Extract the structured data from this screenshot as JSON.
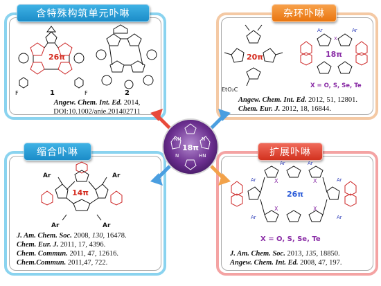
{
  "panels": {
    "top_left": {
      "title": "含特殊构筑单元卟啉",
      "pi_label": "26π",
      "compound_labels": [
        "1",
        "2"
      ],
      "substituent": "F",
      "ref_line1_journal": "Angew. Chem. Int. Ed.",
      "ref_line1_rest": " 2014,",
      "ref_line2": "DOI:10.1002/anie.201402711"
    },
    "top_right": {
      "title": "杂环卟啉",
      "pi_label_1": "20π",
      "pi_label_2": "18π",
      "ester_label": "EtO₂C",
      "substituent": "Ar",
      "hetero_atom": "X",
      "hetero_text": "X = O, S, Se, Te",
      "refs": [
        {
          "journal": "Angew. Chem. Int. Ed.",
          "rest": " 2012, 51, 12801."
        },
        {
          "journal": "Chem. Eur. J.",
          "rest": " 2012, 18, 16844."
        }
      ]
    },
    "bottom_left": {
      "title": "缩合卟啉",
      "pi_label": "14π",
      "substituent": "Ar",
      "refs": [
        {
          "journal": "J. Am. Chem. Soc.",
          "rest_a": " 2008, ",
          "vol": "130",
          "rest_b": ", 16478."
        },
        {
          "journal": "Chem. Eur. J.",
          "rest_a": " 2011, 17, 4396.",
          "vol": "",
          "rest_b": ""
        },
        {
          "journal": "Chem. Commun.",
          "rest_a": " 2011, 47, 12616.",
          "vol": "",
          "rest_b": ""
        },
        {
          "journal": "Chem.Commun.",
          "rest_a": " 2011,47, 722.",
          "vol": "",
          "rest_b": ""
        }
      ]
    },
    "bottom_right": {
      "title": "扩展卟啉",
      "pi_label": "26π",
      "substituent": "Ar",
      "hetero_atom": "X",
      "hetero_text": "X = O, S, Se, Te",
      "refs": [
        {
          "journal": "J. Am. Chem. Soc.",
          "rest_a": " 2013, ",
          "vol": "135",
          "rest_b": ", 18850."
        },
        {
          "journal": "Angew. Chem. Int. Ed.",
          "rest_a": " 2008, 47, 197.",
          "vol": "",
          "rest_b": ""
        }
      ]
    }
  },
  "center": {
    "pi_label": "18π",
    "nh_label": "NH",
    "hn_label": "HN",
    "n_label": "N"
  },
  "colors": {
    "blue_border": "#8ad3ef",
    "orange_border": "#f4c9a4",
    "red_border": "#f4a3a3",
    "center_circle": "#6a2e8e",
    "pi_red": "#d42a1e",
    "pi_purple": "#8a2da6",
    "pi_blue": "#2a5bd8"
  }
}
